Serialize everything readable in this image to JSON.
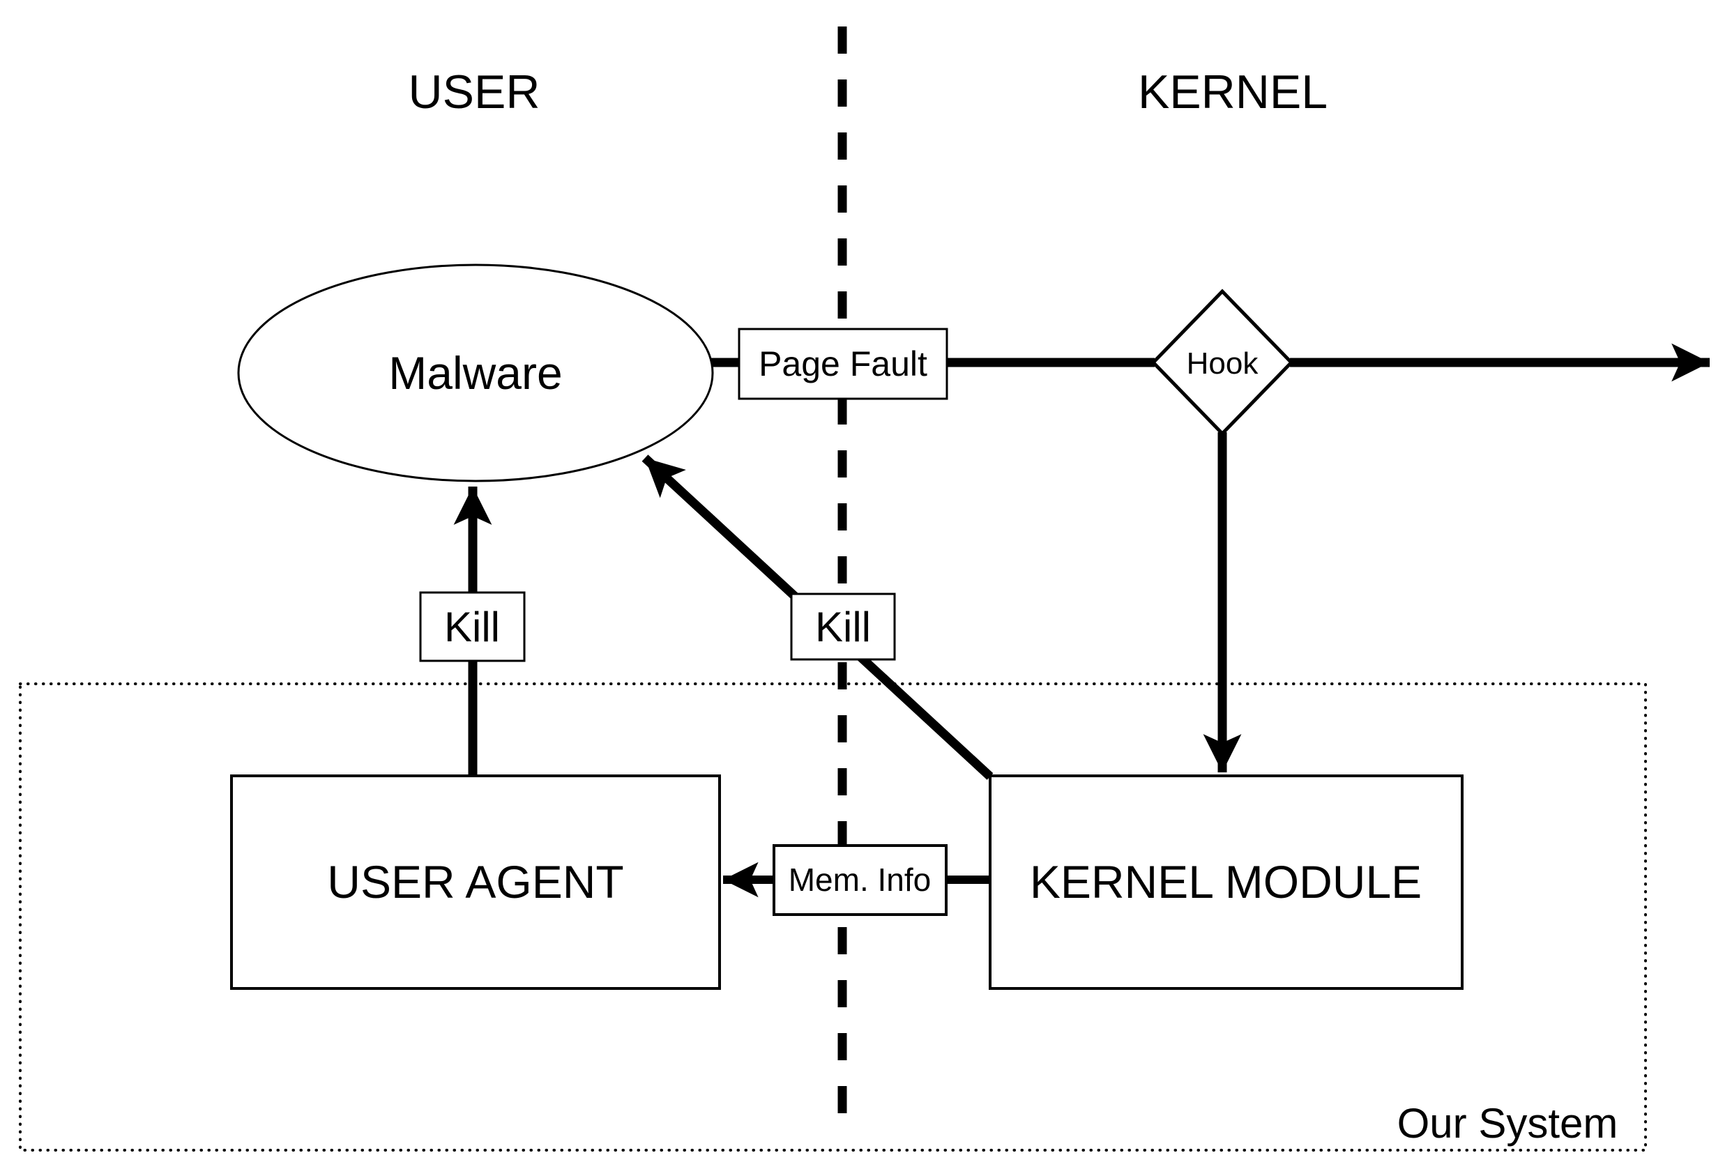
{
  "diagram": {
    "title_implicit": "Malware kill system architecture diagram",
    "colors": {
      "line": "#000000",
      "background": "#ffffff",
      "shape_fill": "#ffffff"
    },
    "regions": {
      "left": {
        "label": "USER"
      },
      "right": {
        "label": "KERNEL"
      }
    },
    "nodes": {
      "malware": {
        "label": "Malware",
        "shape": "ellipse"
      },
      "page_fault": {
        "label": "Page Fault",
        "shape": "rect"
      },
      "hook": {
        "label": "Hook",
        "shape": "diamond"
      },
      "kernel_module": {
        "label": "KERNEL MODULE",
        "shape": "rect"
      },
      "user_agent": {
        "label": "USER AGENT",
        "shape": "rect"
      },
      "kill_from_user_agent": {
        "label": "Kill",
        "shape": "rect"
      },
      "kill_from_kernel_module": {
        "label": "Kill",
        "shape": "rect"
      },
      "mem_info": {
        "label": "Mem. Info",
        "shape": "rect"
      }
    },
    "boundary": {
      "label": "Our System"
    },
    "edges": [
      {
        "from": "Malware",
        "to": "Hook",
        "via_label": "Page Fault",
        "style": "thick-solid"
      },
      {
        "from": "Hook",
        "to": "(continues right)",
        "via_label": "",
        "style": "thick-solid-arrow"
      },
      {
        "from": "Hook",
        "to": "KERNEL MODULE",
        "via_label": "",
        "style": "thick-solid-arrow"
      },
      {
        "from": "KERNEL MODULE",
        "to": "USER AGENT",
        "via_label": "Mem. Info",
        "style": "thick-solid-arrow"
      },
      {
        "from": "USER AGENT",
        "to": "Malware",
        "via_label": "Kill",
        "style": "thick-solid-arrow"
      },
      {
        "from": "KERNEL MODULE",
        "to": "Malware",
        "via_label": "Kill",
        "style": "thick-solid-arrow"
      }
    ],
    "divider": {
      "meaning": "user/kernel space separator",
      "style": "dashed-vertical"
    }
  }
}
